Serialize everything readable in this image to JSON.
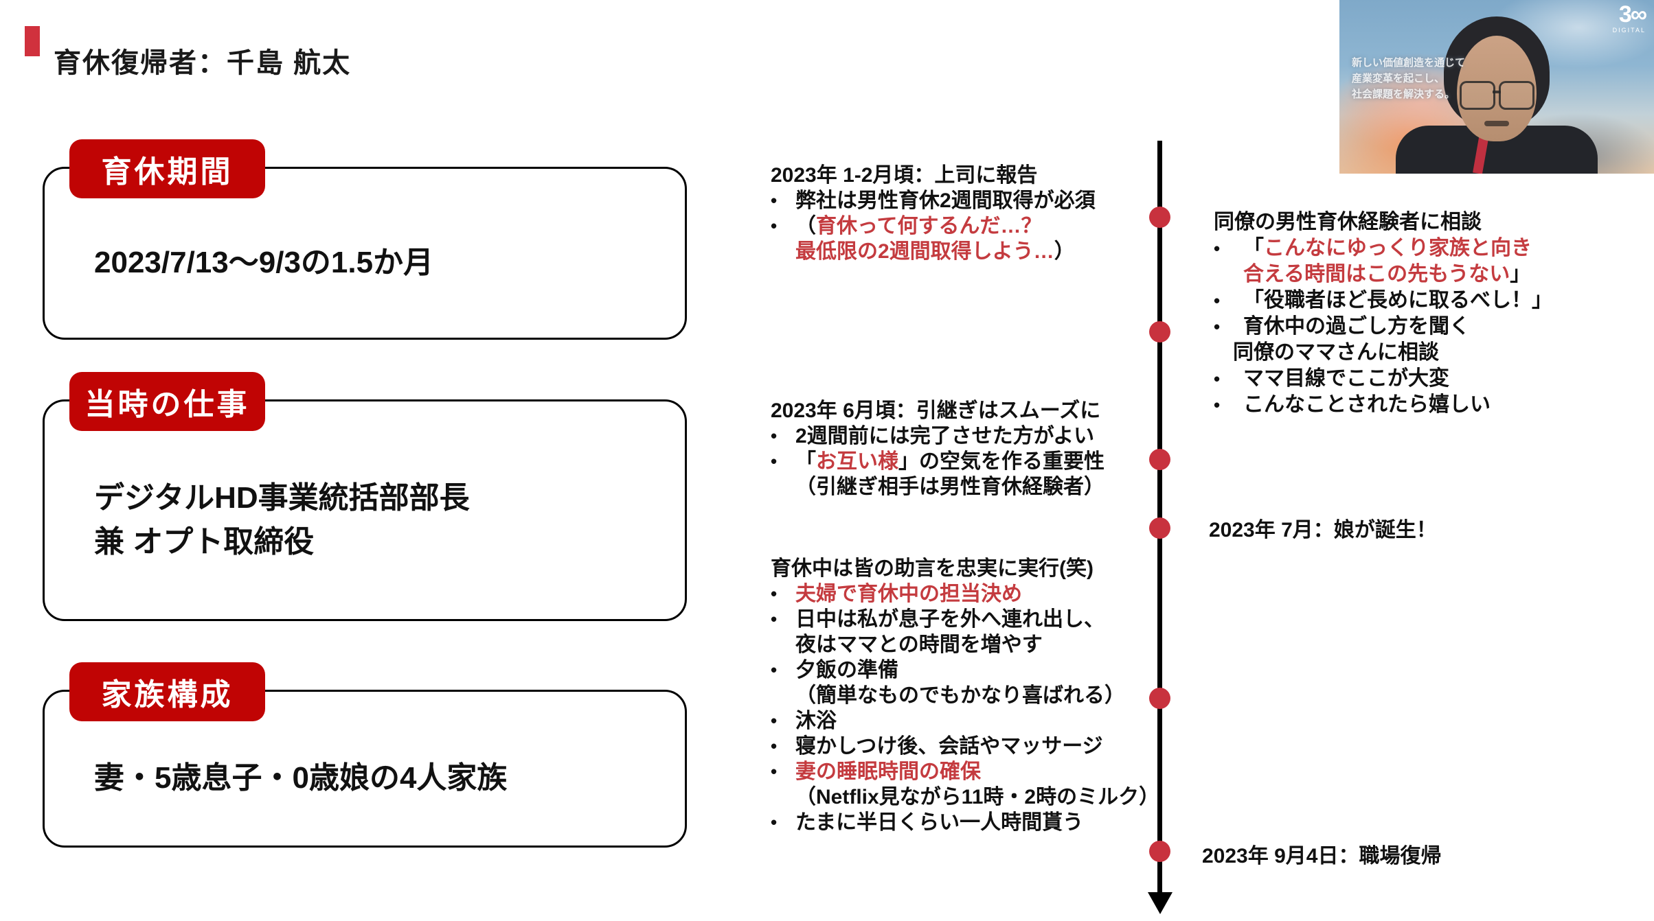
{
  "title": "育休復帰者：千島 航太",
  "colors": {
    "label_red": "#C00404",
    "text_red": "#C43B3F",
    "dot_red": "#C8323E",
    "title_bar_red": "#D0313D"
  },
  "profile_boxes": [
    {
      "label": "育休期間",
      "lines": [
        "2023/7/13〜9/3の1.5か月"
      ]
    },
    {
      "label": "当時の仕事",
      "lines": [
        "デジタルHD事業統括部部長",
        "兼 オプト取締役"
      ]
    },
    {
      "label": "家族構成",
      "lines": [
        "妻・5歳息子・0歳娘の4人家族"
      ]
    }
  ],
  "middle_blocks": [
    {
      "lines": [
        {
          "type": "heading",
          "segments": [
            {
              "t": "2023年 1-2月頃：上司に報告"
            }
          ]
        },
        {
          "type": "bullet",
          "segments": [
            {
              "t": "弊社は男性育休2週間取得が必須"
            }
          ]
        },
        {
          "type": "bullet",
          "segments": [
            {
              "t": "（"
            },
            {
              "t": "育休って何するんだ…？",
              "red": true
            }
          ]
        },
        {
          "type": "cont",
          "segments": [
            {
              "t": "最低限の2週間取得しよう…",
              "red": true
            },
            {
              "t": "）"
            }
          ]
        }
      ]
    },
    {
      "lines": [
        {
          "type": "heading",
          "segments": [
            {
              "t": "2023年 6月頃：引継ぎはスムーズに"
            }
          ]
        },
        {
          "type": "bullet",
          "segments": [
            {
              "t": "2週間前には完了させた方がよい"
            }
          ]
        },
        {
          "type": "bullet",
          "segments": [
            {
              "t": "「"
            },
            {
              "t": "お互い様",
              "red": true
            },
            {
              "t": "」の空気を作る重要性"
            }
          ]
        },
        {
          "type": "cont",
          "segments": [
            {
              "t": "（引継ぎ相手は男性育休経験者）"
            }
          ]
        }
      ]
    },
    {
      "lines": [
        {
          "type": "heading",
          "segments": [
            {
              "t": "育休中は皆の助言を忠実に実行(笑)"
            }
          ]
        },
        {
          "type": "bullet",
          "segments": [
            {
              "t": "夫婦で育休中の担当決め",
              "red": true
            }
          ]
        },
        {
          "type": "bullet",
          "segments": [
            {
              "t": "日中は私が息子を外へ連れ出し、"
            }
          ]
        },
        {
          "type": "cont",
          "segments": [
            {
              "t": "夜はママとの時間を増やす"
            }
          ]
        },
        {
          "type": "bullet",
          "segments": [
            {
              "t": "夕飯の準備"
            }
          ]
        },
        {
          "type": "cont",
          "segments": [
            {
              "t": "（簡単なものでもかなり喜ばれる）"
            }
          ]
        },
        {
          "type": "bullet",
          "segments": [
            {
              "t": "沐浴"
            }
          ]
        },
        {
          "type": "bullet",
          "segments": [
            {
              "t": "寝かしつけ後、会話やマッサージ"
            }
          ]
        },
        {
          "type": "bullet",
          "segments": [
            {
              "t": "妻の睡眠時間の確保",
              "red": true
            }
          ]
        },
        {
          "type": "cont",
          "segments": [
            {
              "t": "（Netflix見ながら11時・2時のミルク）"
            }
          ]
        },
        {
          "type": "bullet",
          "segments": [
            {
              "t": "たまに半日くらい一人時間貰う"
            }
          ]
        }
      ]
    }
  ],
  "right_block": {
    "lines": [
      {
        "type": "heading",
        "segments": [
          {
            "t": "同僚の男性育休経験者に相談"
          }
        ]
      },
      {
        "type": "bullet",
        "segments": [
          {
            "t": "「"
          },
          {
            "t": "こんなにゆっくり家族と向き",
            "red": true
          }
        ]
      },
      {
        "type": "cont",
        "segments": [
          {
            "t": "合える時間はこの先もうない",
            "red": true
          },
          {
            "t": "」"
          }
        ]
      },
      {
        "type": "bullet",
        "segments": [
          {
            "t": "「役職者ほど長めに取るべし！」"
          }
        ]
      },
      {
        "type": "bullet",
        "segments": [
          {
            "t": "育休中の過ごし方を聞く"
          }
        ]
      },
      {
        "type": "subheading",
        "segments": [
          {
            "t": "同僚のママさんに相談"
          }
        ]
      },
      {
        "type": "bullet",
        "segments": [
          {
            "t": "ママ目線でここが大変"
          }
        ]
      },
      {
        "type": "bullet",
        "segments": [
          {
            "t": "こんなことされたら嬉しい"
          }
        ]
      }
    ]
  },
  "timeline": {
    "dots_y": [
      316,
      483,
      669,
      769,
      1017,
      1240
    ],
    "events": [
      {
        "label": "2023年 7月：娘が誕生！"
      },
      {
        "label": "2023年 9月4日：職場復帰"
      }
    ]
  },
  "webcam": {
    "overlay_lines": [
      "新しい価値創造を通じて",
      "産業変革を起こし、",
      "社会課題を解決する。"
    ],
    "logo_main": "3∞",
    "logo_sub": "DIGITAL"
  }
}
